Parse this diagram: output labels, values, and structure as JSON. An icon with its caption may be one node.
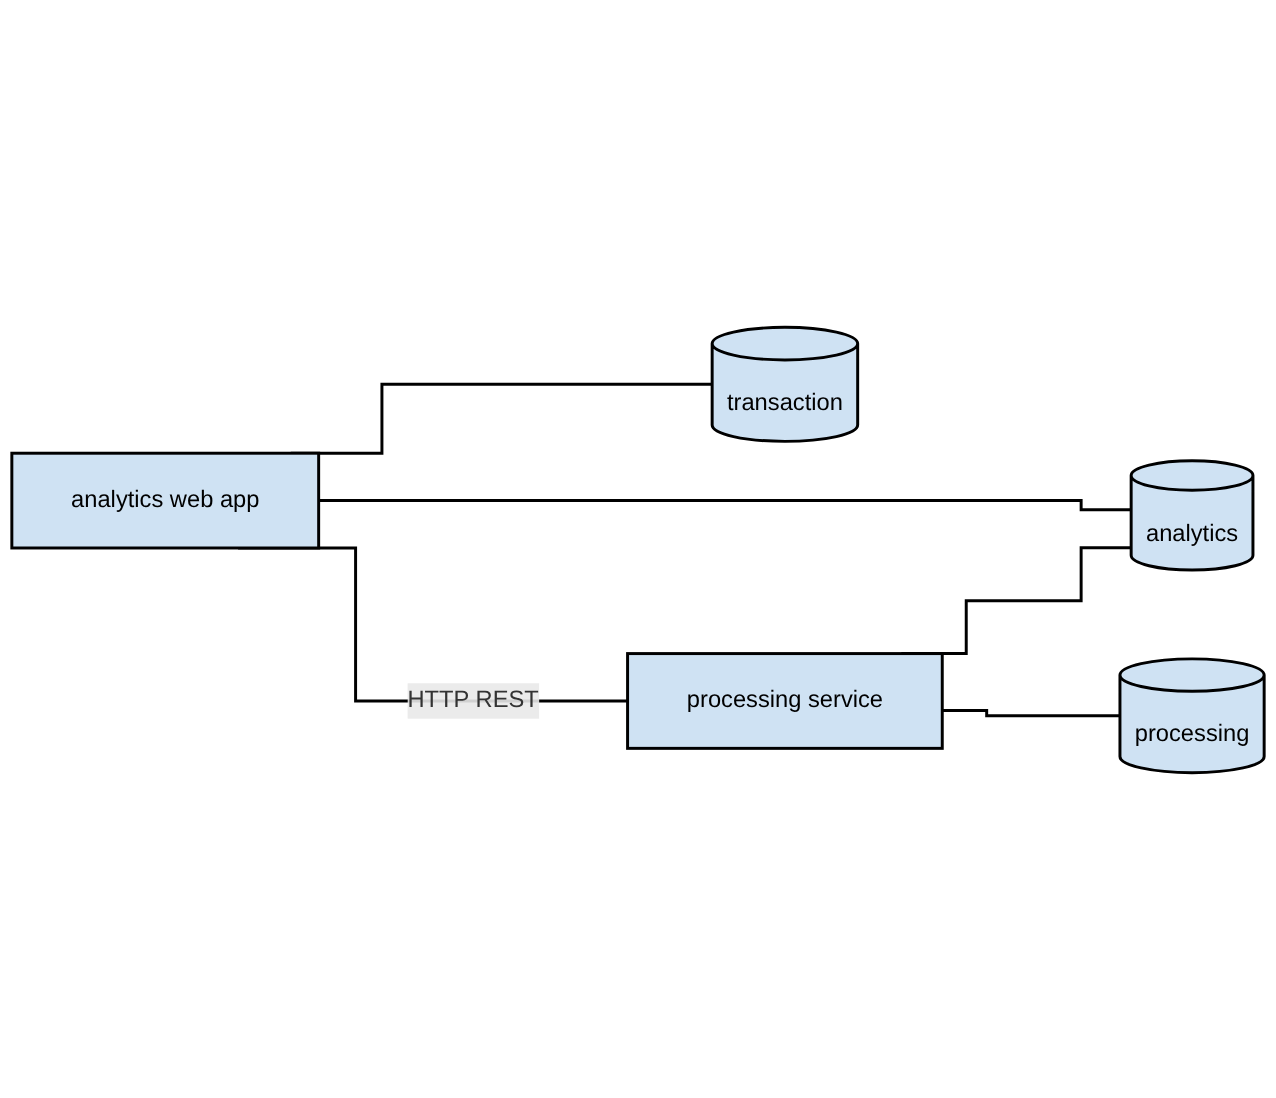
{
  "diagram": {
    "nodes": [
      {
        "text": [
          "analytics web app"
        ]
      },
      {
        "text": [
          "transaction"
        ]
      },
      {
        "text": [
          "analytics"
        ]
      },
      {
        "text": [
          "processing service"
        ]
      },
      {
        "text": [
          "processing"
        ]
      }
    ],
    "edges": [
      {
        "from": 0,
        "to": 1,
        "arrow": "none"
      },
      {
        "from": 0,
        "to": 2,
        "arrow": "none"
      },
      {
        "from": 0,
        "to": 3,
        "arrow": "none",
        "label": "HTTP REST"
      },
      {
        "from": 3,
        "to": 2,
        "arrow": "none"
      },
      {
        "from": 3,
        "to": 4,
        "arrow": "none"
      }
    ]
  }
}
